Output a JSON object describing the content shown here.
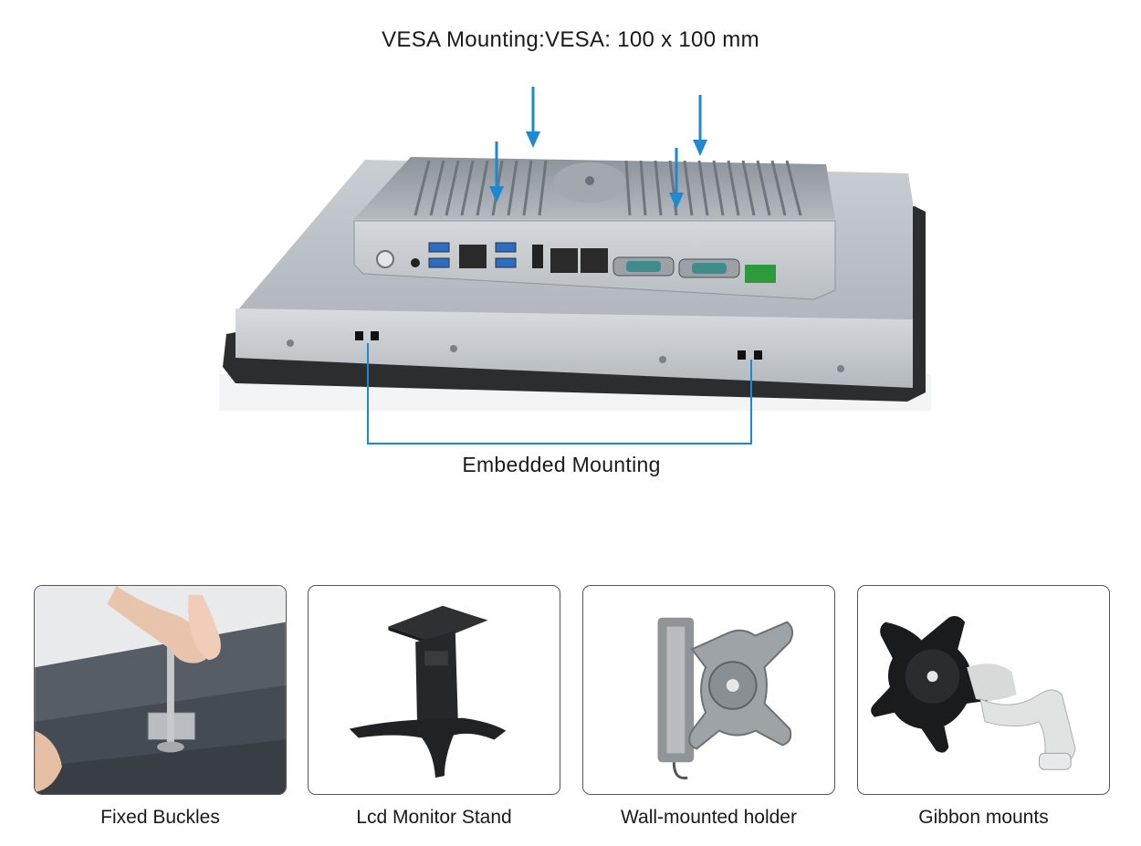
{
  "header": {
    "title": "VESA Mounting:VESA: 100 x 100 mm"
  },
  "hero": {
    "embedded_label": "Embedded Mounting",
    "accent_color": "#1e88d0"
  },
  "mount_options": [
    {
      "label": "Fixed Buckles",
      "icon": "fixed-buckle-photo"
    },
    {
      "label": "Lcd Monitor Stand",
      "icon": "monitor-stand-photo"
    },
    {
      "label": "Wall-mounted holder",
      "icon": "wall-holder-photo"
    },
    {
      "label": "Gibbon mounts",
      "icon": "gibbon-mount-photo"
    }
  ]
}
